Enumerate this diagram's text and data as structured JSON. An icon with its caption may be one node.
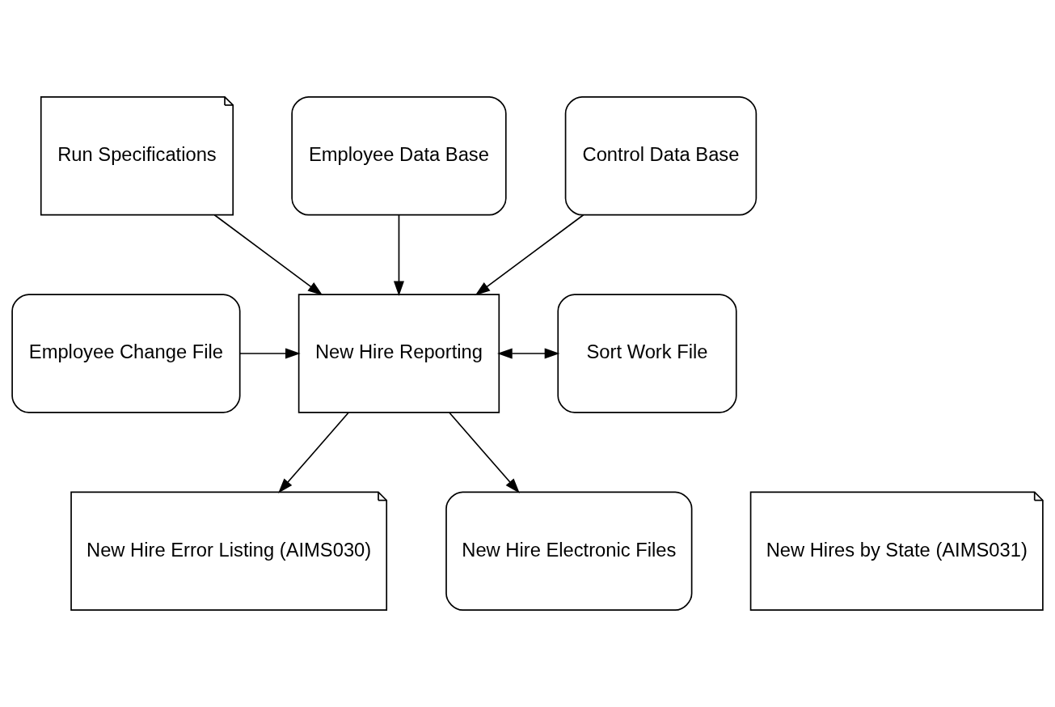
{
  "diagram": {
    "nodes": [
      {
        "text": [
          "Run Specifications"
        ]
      },
      {
        "text": [
          "Employee Data Base"
        ]
      },
      {
        "text": [
          "Control Data Base"
        ]
      },
      {
        "text": [
          "Employee Change File"
        ]
      },
      {
        "text": [
          "New Hire Reporting"
        ]
      },
      {
        "text": [
          "Sort Work File"
        ]
      },
      {
        "text": [
          "New Hire Error Listing (AIMS030)"
        ]
      },
      {
        "text": [
          "New Hires by State (AIMS031)"
        ]
      },
      {
        "text": [
          "New Hire Electronic Files"
        ]
      }
    ],
    "edges": [
      {
        "from": 0,
        "to": 4,
        "arrow": "to"
      },
      {
        "from": 1,
        "to": 4,
        "arrow": "to"
      },
      {
        "from": 2,
        "to": 4,
        "arrow": "to"
      },
      {
        "from": 3,
        "to": 4,
        "arrow": "to"
      },
      {
        "from": 4,
        "to": 5,
        "arrow": "both"
      },
      {
        "from": 4,
        "to": 6,
        "arrow": "to"
      },
      {
        "from": 4,
        "to": 8,
        "arrow": "to"
      }
    ]
  }
}
